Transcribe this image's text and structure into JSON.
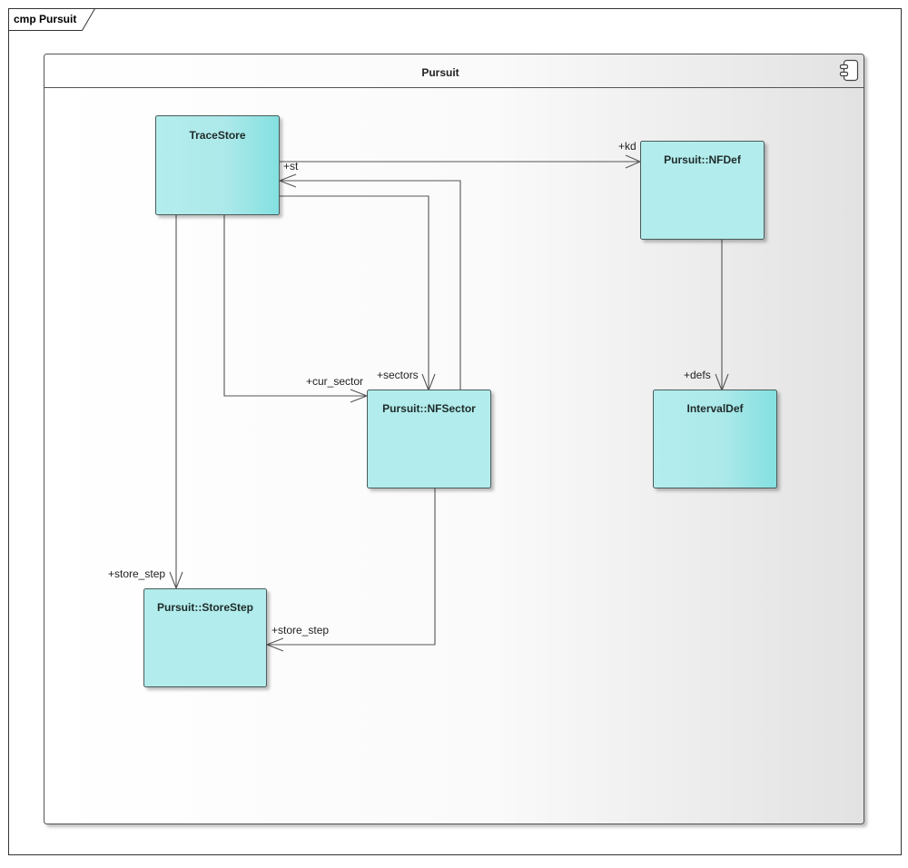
{
  "diagram": {
    "frame_label": "cmp Pursuit",
    "component": {
      "name": "Pursuit",
      "icon": "component-icon"
    },
    "nodes": {
      "tracestore": {
        "name": "TraceStore"
      },
      "nfdef": {
        "name": "Pursuit::NFDef"
      },
      "nfsector": {
        "name": "Pursuit::NFSector"
      },
      "intervaldef": {
        "name": "IntervalDef"
      },
      "storestep": {
        "name": "Pursuit::StoreStep"
      }
    },
    "roles": {
      "st": "+st",
      "kd": "+kd",
      "cur_sector": "+cur_sector",
      "sectors": "+sectors",
      "defs": "+defs",
      "store_step_left": "+store_step",
      "store_step_right": "+store_step"
    },
    "colors": {
      "node_fill": "#b2ecec",
      "node_fill_gradient_end": "#80e0e0",
      "line": "#555555"
    }
  }
}
